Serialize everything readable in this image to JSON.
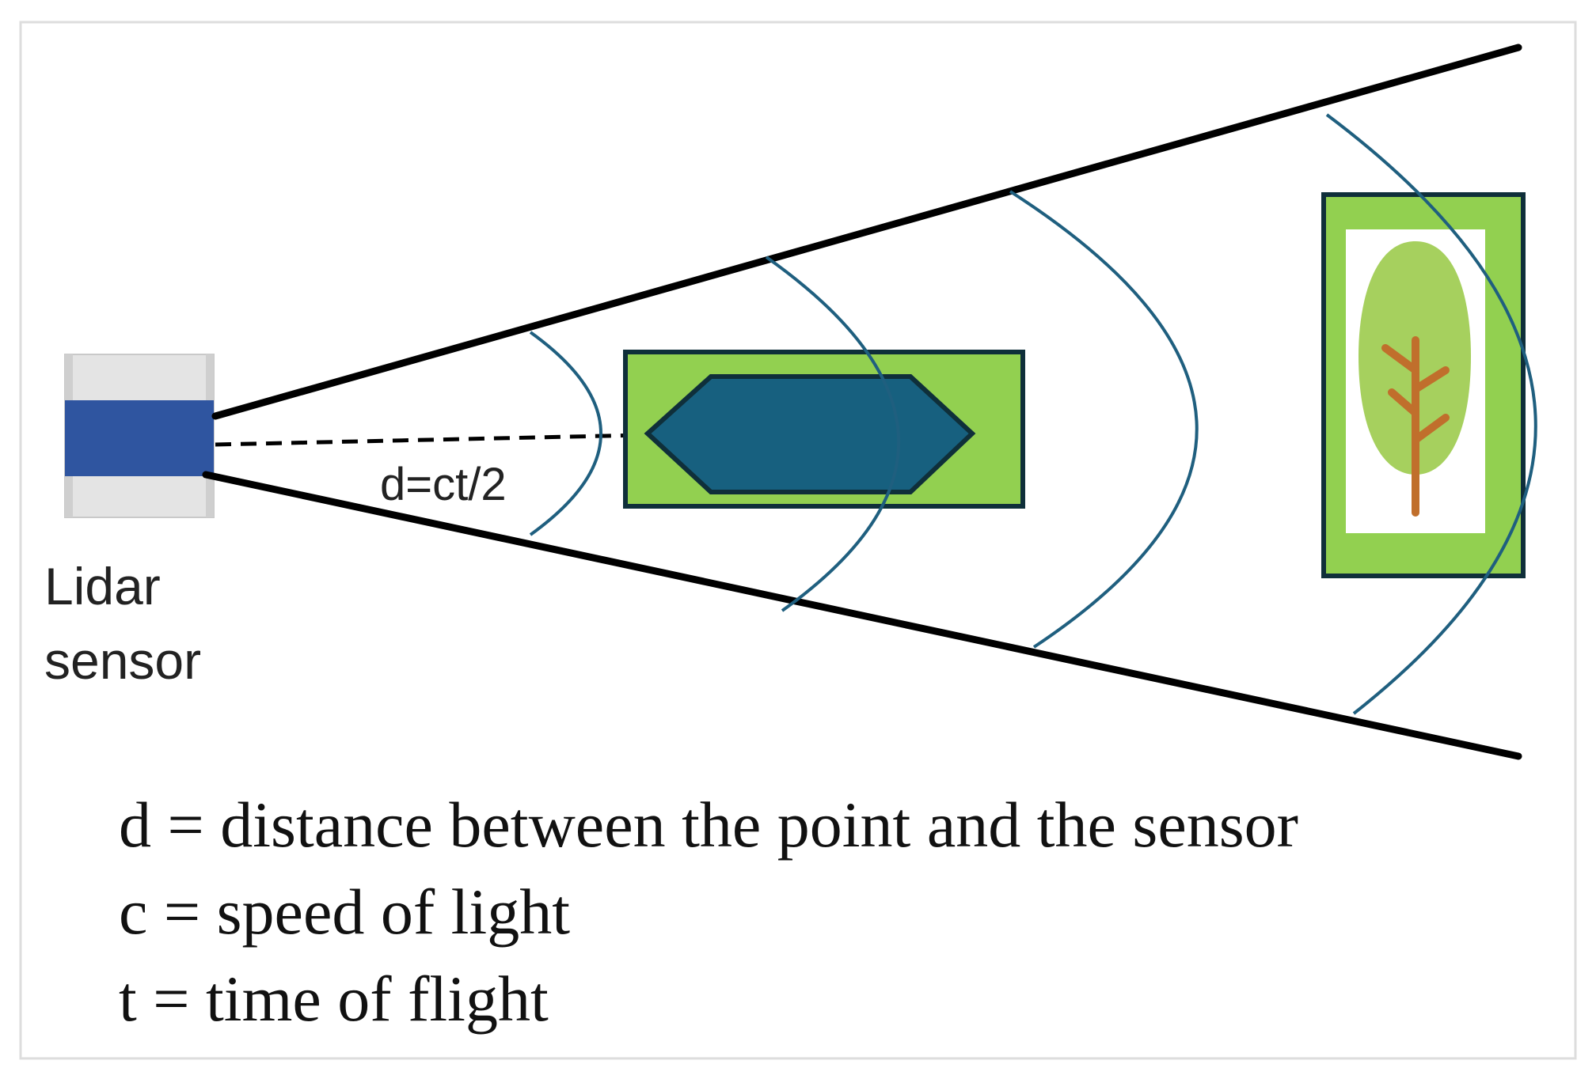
{
  "sensor": {
    "label_line1": "Lidar",
    "label_line2": "sensor"
  },
  "formula": "d=ct/2",
  "legend": {
    "line1": "d = distance between the point and the sensor",
    "line2": "c = speed of light",
    "line3": "t = time of flight"
  },
  "colors": {
    "frame": "#dddddd",
    "beam": "#000000",
    "wave": "#1f5f7f",
    "sensor_body": "#2f55a0",
    "sensor_housing": "#e4e4e4",
    "target_green": "#92d050",
    "target_border": "#0f2f3a",
    "object_fill": "#17607f",
    "tree_canopy": "#a6d05e",
    "tree_trunk": "#c06f2c"
  }
}
